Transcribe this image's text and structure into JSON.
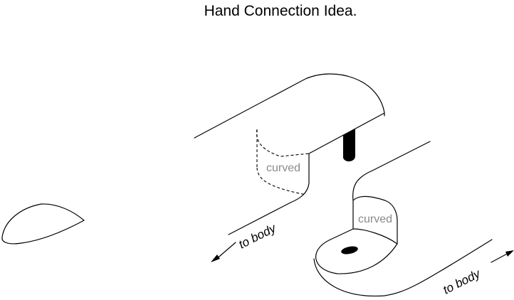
{
  "title": "Hand Connection Idea.",
  "labels": {
    "curved_upper": "curved",
    "curved_lower": "curved",
    "to_body_left": "to body",
    "to_body_right": "to body"
  },
  "colors": {
    "line": "#000000",
    "curved_label": "#8a8a8a",
    "peg": "#000000"
  }
}
